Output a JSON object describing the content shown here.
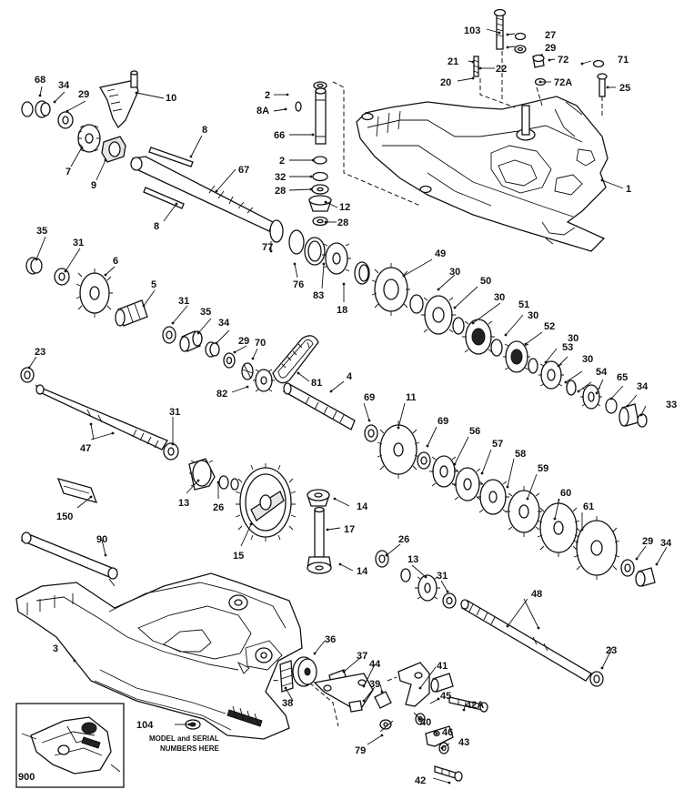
{
  "labels": [
    "103",
    "27",
    "29",
    "21",
    "22",
    "72",
    "71",
    "20",
    "72A",
    "25",
    "68",
    "34",
    "29",
    "10",
    "2",
    "8A",
    "66",
    "2",
    "32",
    "28",
    "12",
    "28",
    "1",
    "7",
    "9",
    "8",
    "67",
    "8",
    "35",
    "31",
    "6",
    "77",
    "76",
    "83",
    "18",
    "49",
    "30",
    "50",
    "30",
    "51",
    "30",
    "52",
    "30",
    "53",
    "30",
    "54",
    "65",
    "34",
    "33",
    "5",
    "31",
    "35",
    "34",
    "29",
    "70",
    "23",
    "82",
    "81",
    "4",
    "69",
    "11",
    "69",
    "56",
    "57",
    "58",
    "59",
    "60",
    "61",
    "31",
    "47",
    "13",
    "26",
    "150",
    "15",
    "14",
    "17",
    "14",
    "26",
    "13",
    "31",
    "29",
    "34",
    "90",
    "48",
    "23",
    "3",
    "36",
    "37",
    "44",
    "39",
    "41",
    "45",
    "42A",
    "40",
    "46",
    "43",
    "42",
    "38",
    "104",
    "79",
    "900"
  ],
  "notes": {
    "model_serial_line1": "MODEL and SERIAL",
    "model_serial_line2": "NUMBERS HERE"
  },
  "leaders": [
    [
      535,
      32,
      549,
      36
    ],
    [
      566,
      37,
      558,
      38
    ],
    [
      566,
      51,
      558,
      52
    ],
    [
      515,
      67,
      520,
      68
    ],
    [
      544,
      75,
      528,
      75
    ],
    [
      610,
      65,
      604,
      66
    ],
    [
      650,
      67,
      640,
      70
    ],
    [
      503,
      89,
      520,
      86
    ],
    [
      606,
      90,
      594,
      90
    ],
    [
      677,
      96,
      668,
      96
    ],
    [
      46,
      95,
      44,
      105
    ],
    [
      71,
      101,
      60,
      112
    ],
    [
      94,
      111,
      74,
      122
    ],
    [
      180,
      108,
      150,
      102
    ],
    [
      301,
      104,
      316,
      104
    ],
    [
      301,
      122,
      314,
      120
    ],
    [
      318,
      148,
      344,
      148
    ],
    [
      318,
      176,
      344,
      176
    ],
    [
      318,
      194,
      342,
      194
    ],
    [
      318,
      209,
      342,
      208
    ],
    [
      371,
      228,
      358,
      222
    ],
    [
      370,
      244,
      358,
      244
    ],
    [
      685,
      207,
      662,
      198
    ],
    [
      78,
      183,
      90,
      162
    ],
    [
      106,
      198,
      116,
      176
    ],
    [
      222,
      149,
      210,
      172
    ],
    [
      259,
      186,
      238,
      210
    ],
    [
      180,
      243,
      194,
      224
    ],
    [
      50,
      260,
      40,
      285
    ],
    [
      88,
      273,
      72,
      298
    ],
    [
      126,
      293,
      116,
      302
    ],
    [
      298,
      265,
      298,
      276
    ],
    [
      327,
      305,
      324,
      290
    ],
    [
      354,
      317,
      356,
      290
    ],
    [
      378,
      332,
      378,
      312
    ],
    [
      475,
      285,
      444,
      303
    ],
    [
      500,
      302,
      482,
      318
    ],
    [
      525,
      315,
      500,
      338
    ],
    [
      550,
      333,
      520,
      355
    ],
    [
      575,
      346,
      556,
      368
    ],
    [
      596,
      365,
      578,
      378
    ],
    [
      612,
      383,
      600,
      398
    ],
    [
      624,
      392,
      614,
      402
    ],
    [
      640,
      408,
      622,
      420
    ],
    [
      650,
      420,
      636,
      430
    ],
    [
      663,
      417,
      656,
      432
    ],
    [
      685,
      424,
      672,
      438
    ],
    [
      700,
      434,
      690,
      446
    ],
    [
      710,
      446,
      705,
      456
    ],
    [
      170,
      319,
      158,
      336
    ],
    [
      206,
      336,
      190,
      355
    ],
    [
      232,
      350,
      218,
      366
    ],
    [
      252,
      363,
      238,
      377
    ],
    [
      271,
      380,
      258,
      387
    ],
    [
      283,
      383,
      278,
      394
    ],
    [
      40,
      392,
      32,
      404
    ],
    [
      255,
      431,
      272,
      425
    ],
    [
      340,
      419,
      328,
      410
    ],
    [
      378,
      419,
      364,
      430
    ],
    [
      400,
      443,
      406,
      462
    ],
    [
      445,
      443,
      438,
      470
    ],
    [
      480,
      469,
      470,
      490
    ],
    [
      515,
      480,
      500,
      510
    ],
    [
      540,
      494,
      530,
      520
    ],
    [
      565,
      504,
      558,
      535
    ],
    [
      590,
      521,
      580,
      548
    ],
    [
      615,
      548,
      610,
      570
    ],
    [
      640,
      563,
      640,
      582
    ],
    [
      190,
      458,
      190,
      488
    ],
    [
      103,
      483,
      100,
      466
    ],
    [
      100,
      483,
      124,
      476
    ],
    [
      205,
      542,
      218,
      528
    ],
    [
      240,
      548,
      240,
      530
    ],
    [
      85,
      558,
      100,
      546
    ],
    [
      265,
      600,
      276,
      576
    ],
    [
      384,
      556,
      368,
      548
    ],
    [
      374,
      580,
      360,
      582
    ],
    [
      388,
      627,
      374,
      620
    ],
    [
      440,
      598,
      425,
      610
    ],
    [
      453,
      621,
      468,
      634
    ],
    [
      485,
      638,
      492,
      650
    ],
    [
      710,
      600,
      700,
      614
    ],
    [
      733,
      601,
      722,
      620
    ],
    [
      112,
      593,
      116,
      610
    ],
    [
      576,
      658,
      592,
      690
    ],
    [
      580,
      658,
      558,
      688
    ],
    [
      673,
      712,
      662,
      734
    ],
    [
      72,
      713,
      82,
      726
    ],
    [
      357,
      704,
      346,
      718
    ],
    [
      397,
      722,
      378,
      738
    ],
    [
      412,
      730,
      400,
      754
    ],
    [
      412,
      755,
      400,
      770
    ],
    [
      418,
      752,
      420,
      760
    ],
    [
      479,
      733,
      462,
      756
    ],
    [
      473,
      773,
      482,
      768
    ],
    [
      512,
      773,
      510,
      780
    ],
    [
      455,
      783,
      462,
      790
    ],
    [
      476,
      803,
      480,
      806
    ],
    [
      494,
      817,
      486,
      822
    ],
    [
      476,
      855,
      494,
      860
    ],
    [
      322,
      770,
      314,
      756
    ],
    [
      192,
      796,
      208,
      796
    ],
    [
      404,
      818,
      420,
      808
    ]
  ]
}
